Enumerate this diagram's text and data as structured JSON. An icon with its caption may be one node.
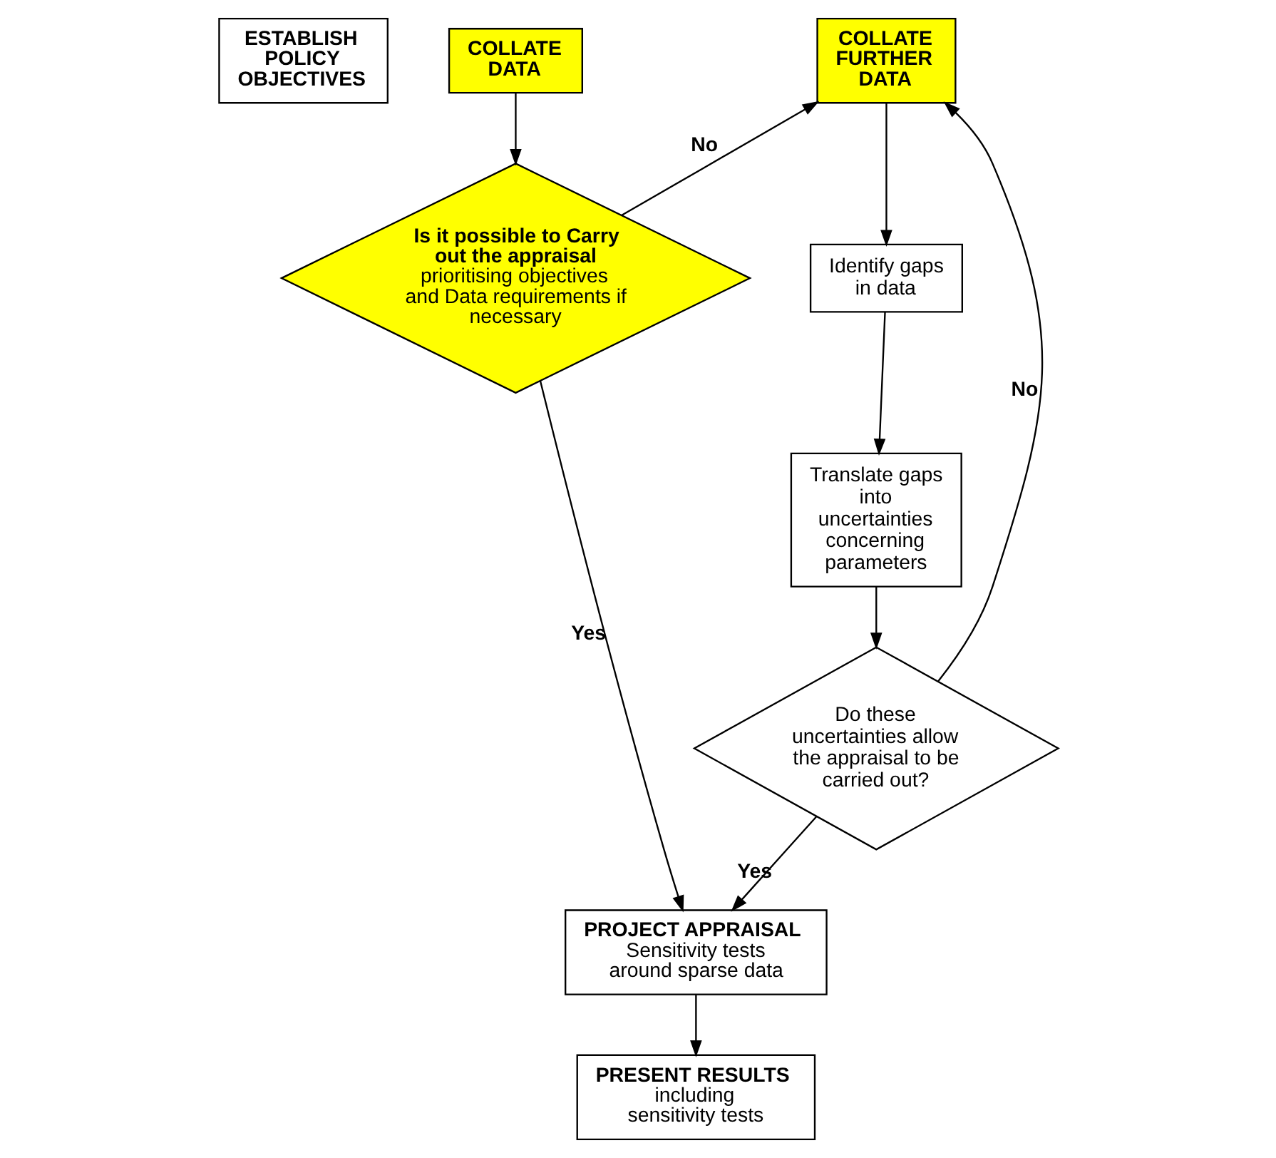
{
  "diagram": {
    "nodes": [
      {
        "text": [
          "ESTABLISH POLICY OBJECTIVES"
        ]
      },
      {
        "text": [
          "COLLATE DATA"
        ]
      },
      {
        "text": [
          "Is it possible to Carry out the appraisal",
          "prioritising objectives and Data requirements if necessary"
        ]
      },
      {
        "text": [
          "COLLATE FURTHER DATA"
        ]
      },
      {
        "text": [
          "Identify gaps in data"
        ]
      },
      {
        "text": [
          "Translate gaps into uncertainties concerning parameters"
        ]
      },
      {
        "text": [
          "Do these uncertainties allow the appraisal to be carried out?"
        ]
      },
      {
        "text": [
          "PROJECT APPRAISAL",
          "Sensitivity tests around sparse data"
        ]
      },
      {
        "text": [
          "PRESENT RESULTS",
          "including sensitivity tests"
        ]
      }
    ],
    "edges": [
      {
        "from": 1,
        "to": 2,
        "arrow": "to"
      },
      {
        "from": 2,
        "to": 3,
        "arrow": "to",
        "label": "No"
      },
      {
        "from": 6,
        "to": 3,
        "arrow": "to",
        "label": "No"
      },
      {
        "from": 3,
        "to": 4,
        "arrow": "to"
      },
      {
        "from": 4,
        "to": 5,
        "arrow": "to"
      },
      {
        "from": 5,
        "to": 6,
        "arrow": "to"
      },
      {
        "from": 2,
        "to": 7,
        "arrow": "to",
        "label": "Yes"
      },
      {
        "from": 6,
        "to": 7,
        "arrow": "to",
        "label": "Yes"
      },
      {
        "from": 7,
        "to": 8,
        "arrow": "to"
      }
    ]
  }
}
